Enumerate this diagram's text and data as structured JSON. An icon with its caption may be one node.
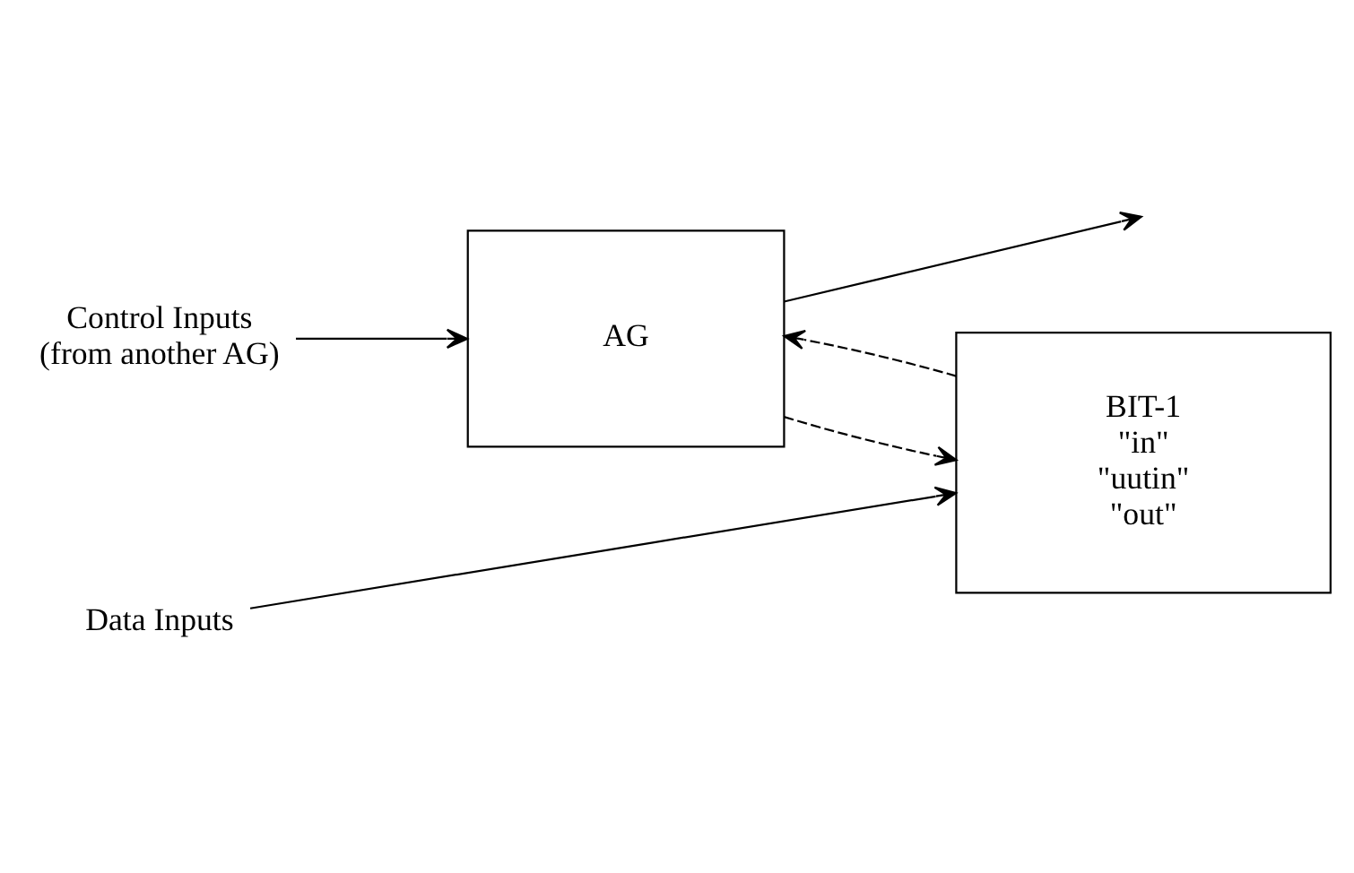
{
  "diagram": {
    "nodes": [
      {
        "text": [
          "Control Inputs",
          "(from another AG)"
        ]
      },
      {
        "text": [
          "AG"
        ]
      },
      {
        "text": [
          "BIT-1",
          "\"in\"",
          "\"uutin\"",
          "\"out\""
        ]
      },
      {
        "text": [
          "Data Inputs"
        ]
      }
    ],
    "edges": [
      {
        "from": 0,
        "to": 1,
        "arrow": "to"
      },
      {
        "from": 3,
        "to": 2,
        "arrow": "to"
      },
      {
        "from": 2,
        "to": 1,
        "arrow": "to",
        "style": "dashed"
      },
      {
        "from": 1,
        "to": null,
        "arrow": "to"
      },
      {
        "from": 1,
        "to": 2,
        "arrow": "to",
        "style": "dashed"
      }
    ]
  }
}
